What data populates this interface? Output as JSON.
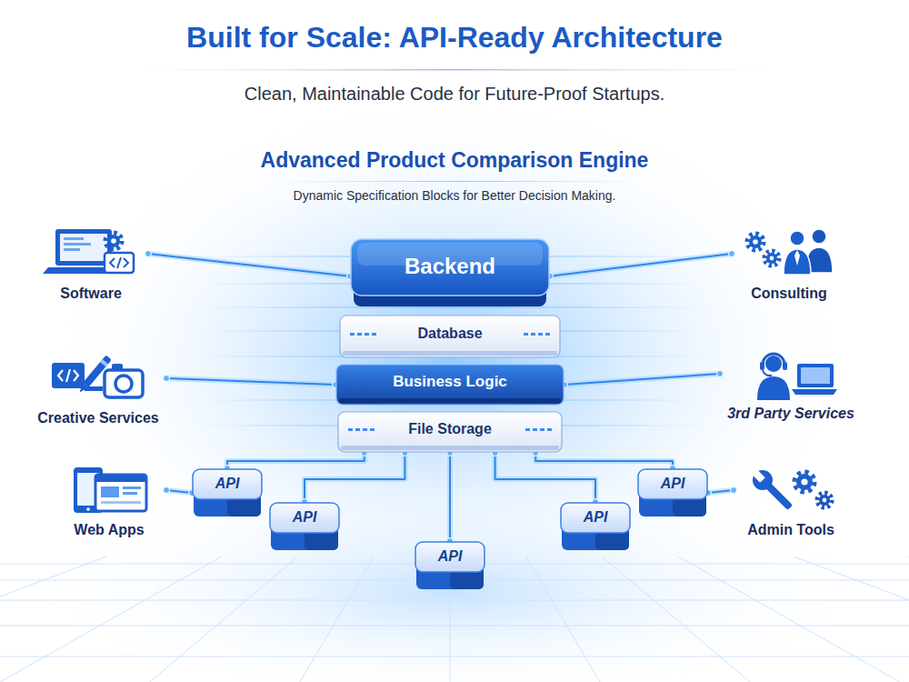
{
  "diagram": {
    "title": "Built for Scale: API-Ready Architecture",
    "nodes": [
      {
        "text": [
          "Software"
        ]
      },
      {
        "text": [
          "Backend"
        ]
      },
      {
        "text": [
          "Consulting"
        ]
      },
      {
        "text": [
          "Database"
        ]
      },
      {
        "text": [
          "Creative Services"
        ]
      },
      {
        "text": [
          "Business Logic"
        ]
      },
      {
        "text": [
          "3rd Party Services"
        ]
      },
      {
        "text": [
          "File Storage"
        ]
      },
      {
        "text": [
          "API"
        ]
      },
      {
        "text": [
          "API"
        ]
      },
      {
        "text": [
          "API"
        ]
      },
      {
        "text": [
          "API"
        ]
      },
      {
        "text": [
          "Web Apps"
        ]
      },
      {
        "text": [
          "Admin Tools"
        ]
      },
      {
        "text": [
          "API"
        ]
      }
    ],
    "edges": [
      {
        "from": 1,
        "to": 0,
        "arrow": "none"
      },
      {
        "from": 1,
        "to": 2,
        "arrow": "none"
      },
      {
        "from": 5,
        "to": 4,
        "arrow": "none"
      },
      {
        "from": 5,
        "to": 6,
        "arrow": "none"
      },
      {
        "from": 7,
        "to": 8,
        "arrow": "none"
      },
      {
        "from": 7,
        "to": 10,
        "arrow": "none"
      },
      {
        "from": 7,
        "to": 14,
        "arrow": "none"
      },
      {
        "from": 7,
        "to": 11,
        "arrow": "none"
      },
      {
        "from": 7,
        "to": 9,
        "arrow": "none"
      },
      {
        "from": 8,
        "to": 12,
        "arrow": "none"
      },
      {
        "from": 9,
        "to": 13,
        "arrow": "none"
      }
    ],
    "labels": [
      "Clean, Maintainable Code for Future-Proof Startups.",
      "Advanced Product Comparison Engine",
      "Dynamic Specification Blocks for Better Decision Making."
    ]
  }
}
